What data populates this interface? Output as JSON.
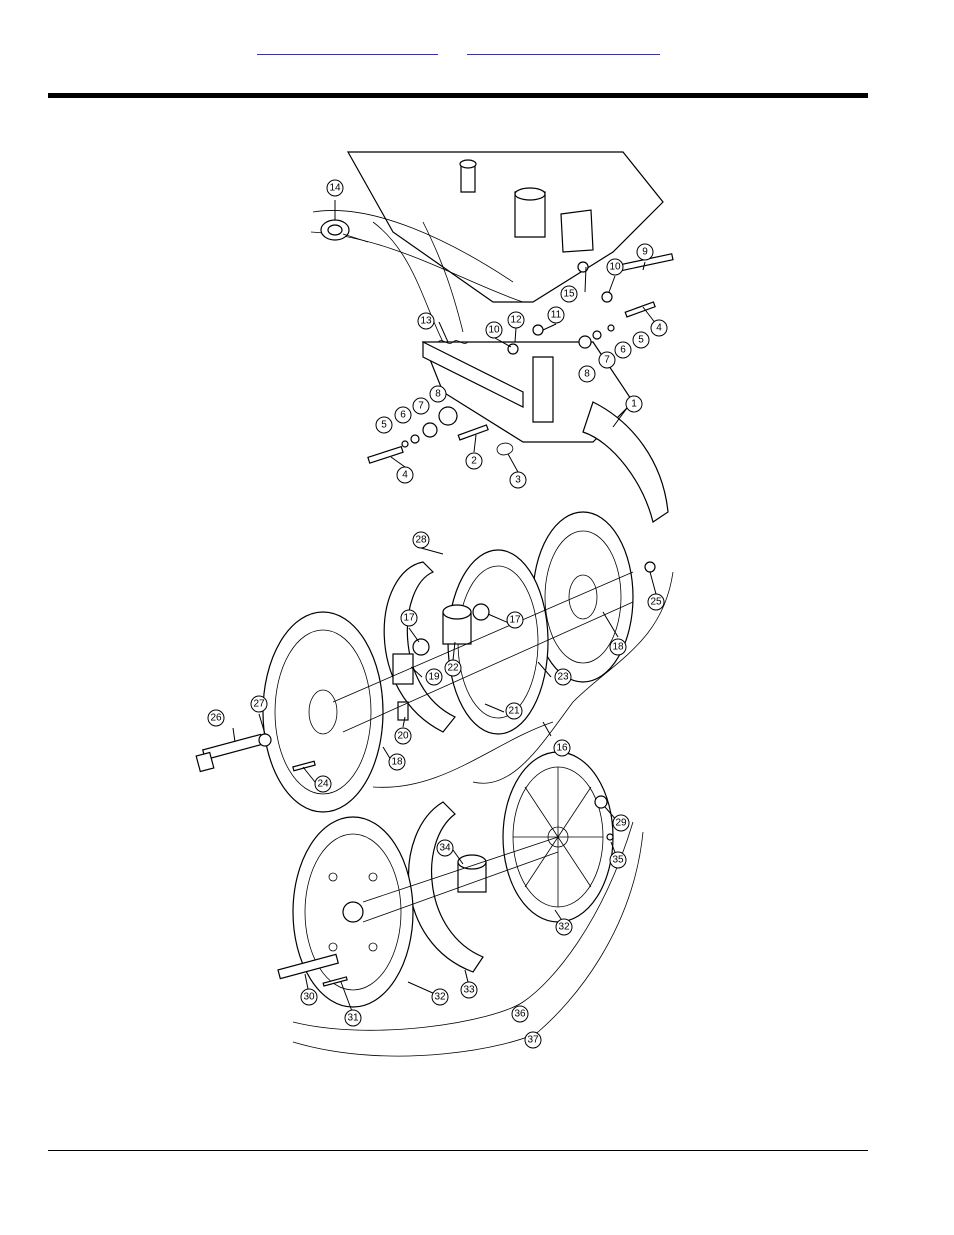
{
  "header": {
    "link_left": "",
    "link_right": ""
  },
  "figure": {
    "callouts": [
      "1",
      "2",
      "3",
      "4",
      "5",
      "6",
      "7",
      "8",
      "9",
      "10",
      "11",
      "12",
      "13",
      "14",
      "15",
      "16",
      "17",
      "18",
      "19",
      "20",
      "21",
      "22",
      "23",
      "24",
      "25",
      "26",
      "27",
      "28",
      "29",
      "30",
      "31",
      "32",
      "33",
      "34",
      "35",
      "36",
      "37"
    ]
  }
}
